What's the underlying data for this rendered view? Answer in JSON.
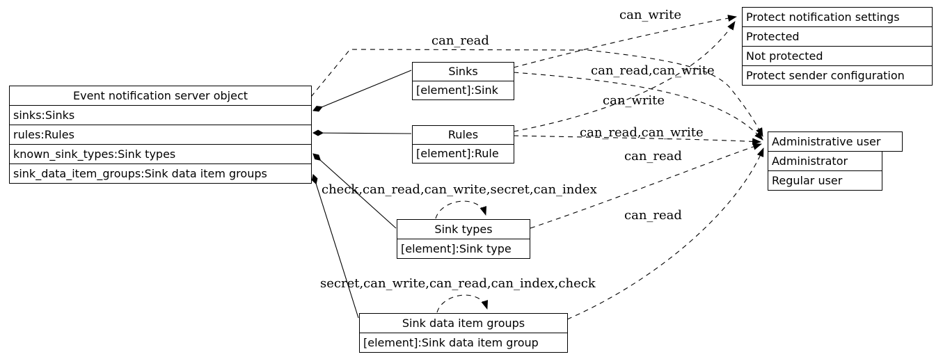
{
  "diagram": {
    "background": "#ffffff",
    "line_color": "#000000",
    "nodes": {
      "server": {
        "title": "Event notification server object",
        "rows": [
          "sinks:Sinks",
          "rules:Rules",
          "known_sink_types:Sink types",
          "sink_data_item_groups:Sink data item groups"
        ]
      },
      "sinks": {
        "title": "Sinks",
        "rows": [
          "[element]:Sink"
        ]
      },
      "rules": {
        "title": "Rules",
        "rows": [
          "[element]:Rule"
        ]
      },
      "sink_types": {
        "title": "Sink types",
        "rows": [
          "[element]:Sink type"
        ]
      },
      "sink_data_item_groups": {
        "title": "Sink data item groups",
        "rows": [
          "[element]:Sink data item group"
        ]
      },
      "protect_notification_settings": {
        "title": "Protect notification settings",
        "rows": [
          "Protected",
          "Not protected",
          "Protect sender configuration"
        ]
      },
      "administrative_user": {
        "title": "Administrative user",
        "rows": [
          "Administrator",
          "Regular user"
        ]
      }
    },
    "edge_labels": {
      "server_to_admin": "can_read",
      "sinks_to_protect": "can_write",
      "sinks_to_admin": "can_read,can_write",
      "rules_to_protect": "can_write",
      "rules_to_admin": "can_read,can_write",
      "sink_types_to_admin": "can_read",
      "sink_types_self": "check,can_read,can_write,secret,can_index",
      "sink_data_item_groups_to_admin": "can_read",
      "sink_data_item_groups_self": "secret,can_write,can_read,can_index,check"
    }
  }
}
